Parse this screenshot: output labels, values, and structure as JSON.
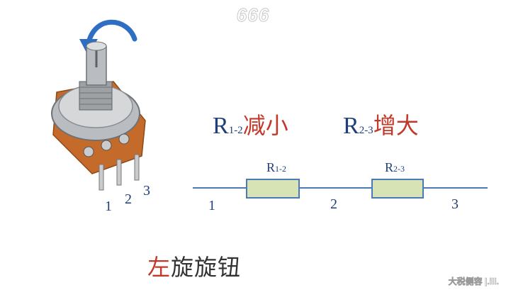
{
  "watermark_top": "666",
  "pot_pins": [
    "1",
    "2",
    "3"
  ],
  "label_r12": {
    "letter": "R",
    "sub": "1-2",
    "text": "减小"
  },
  "label_r23": {
    "letter": "R",
    "sub": "2-3",
    "text": "增大"
  },
  "resistor1": {
    "letter": "R",
    "sub": "1-2"
  },
  "resistor2": {
    "letter": "R",
    "sub": "2-3"
  },
  "circuit_nodes": [
    "1",
    "2",
    "3"
  ],
  "title": {
    "red_part": "左",
    "rest": "旋旋钮"
  },
  "watermark_bottom": "大税侧容 |.ill.",
  "colors": {
    "red": "#c0392b",
    "blue": "#1f3f7a",
    "resistor_fill": "#d7e3b5",
    "line": "#4a7ab8"
  }
}
